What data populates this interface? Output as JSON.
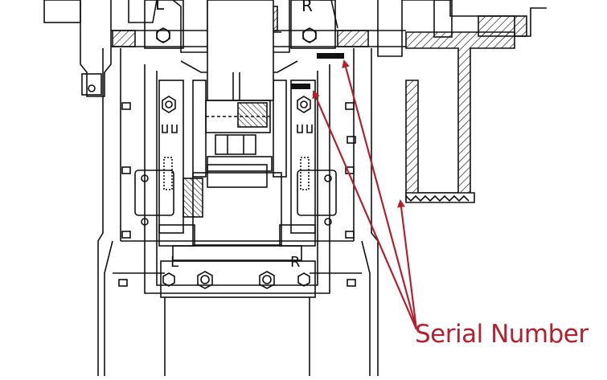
{
  "diagram": {
    "upper_left_mark": "L",
    "upper_right_mark": "R",
    "lower_left_mark": "L",
    "lower_right_mark": "R"
  },
  "callout": {
    "label": "Serial Number",
    "color": "#b3202e",
    "targets": [
      "upper serial number plate",
      "lower serial number plate",
      "housing edge"
    ]
  },
  "line_color": "#111111"
}
